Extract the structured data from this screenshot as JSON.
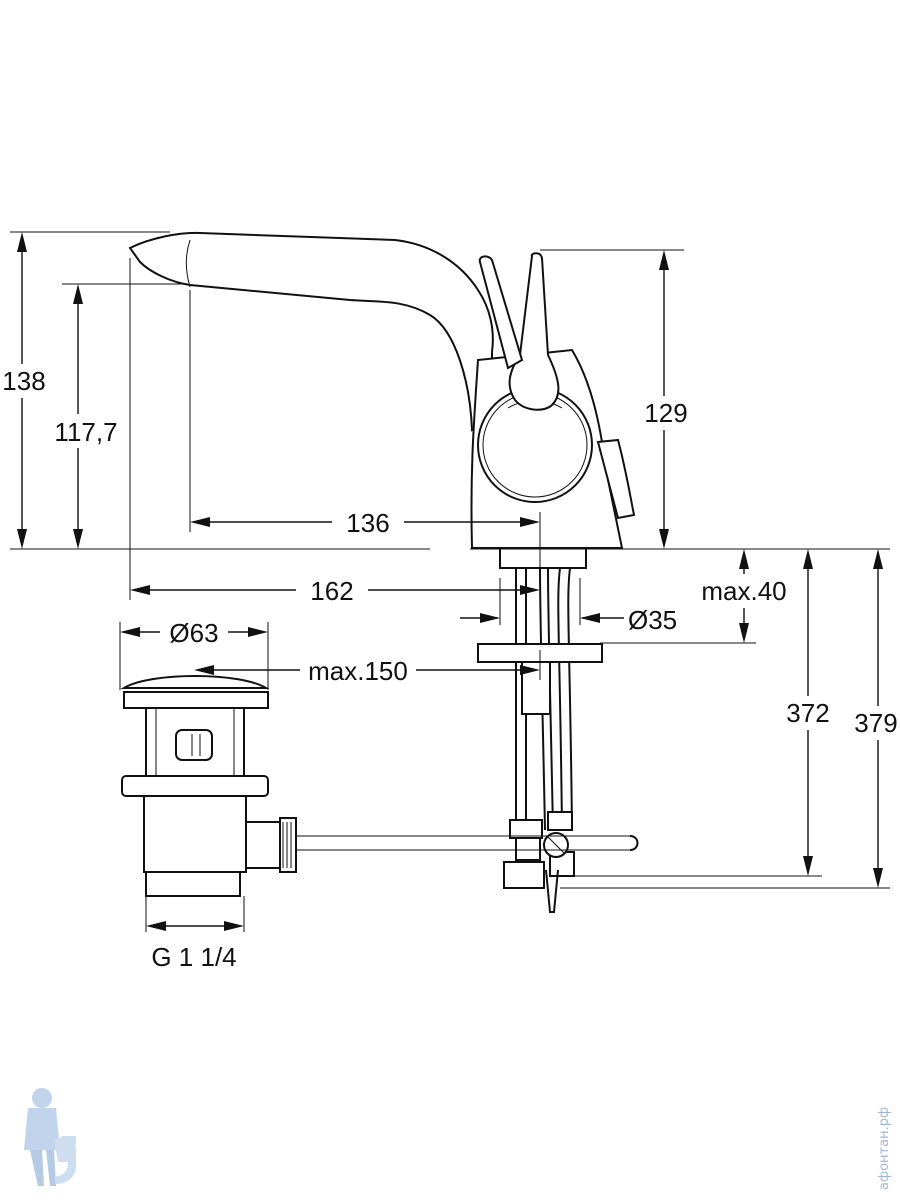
{
  "dimensions": {
    "total_height": "138",
    "spout_height": "117,7",
    "spout_projection": "136",
    "overall_length": "162",
    "body_height": "129",
    "max_deck_thickness": "max.40",
    "hole_diameter": "Ø35",
    "waste_diameter": "Ø63",
    "max_waste_distance": "max.150",
    "hose_length_372": "372",
    "hose_length_379": "379",
    "waste_thread": "G 1 1/4"
  },
  "watermark": {
    "site_text": "афонтан.рф"
  }
}
